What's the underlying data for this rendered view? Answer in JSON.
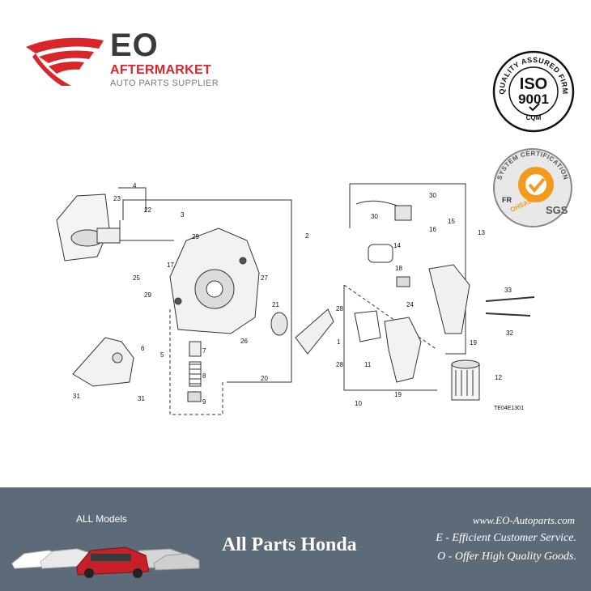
{
  "header": {
    "brand_name": "EO",
    "brand_sub": "AFTERMARKET",
    "brand_tag": "AUTO PARTS SUPPLIER",
    "brand_color": "#d8262b",
    "seal_iso": {
      "ring_text": "QUALITY ASSURED FIRM",
      "line1": "ISO",
      "line2": "9001",
      "line3": "CQM"
    },
    "seal_ohsas": {
      "ring_text": "SYSTEM CERTIFICATION",
      "left_text": "FR",
      "arc_text": "OHSAS 18001",
      "right_text": "SGS",
      "accent_color": "#f39a1d"
    }
  },
  "diagram": {
    "code": "TE04E1301",
    "callouts": [
      "1",
      "2",
      "3",
      "4",
      "5",
      "6",
      "7",
      "8",
      "9",
      "10",
      "11",
      "12",
      "13",
      "14",
      "15",
      "16",
      "17",
      "18",
      "19",
      "20",
      "21",
      "22",
      "23",
      "24",
      "25",
      "26",
      "27",
      "28",
      "29",
      "30",
      "31",
      "32",
      "33"
    ]
  },
  "footer": {
    "all_models": "ALL Models",
    "title": "All Parts Honda",
    "website": "www.EO-Autoparts.com",
    "line1": "E - Efficient Customer Service.",
    "line2": "O - Offer High Quality Goods.",
    "background": "#5d6a78"
  }
}
